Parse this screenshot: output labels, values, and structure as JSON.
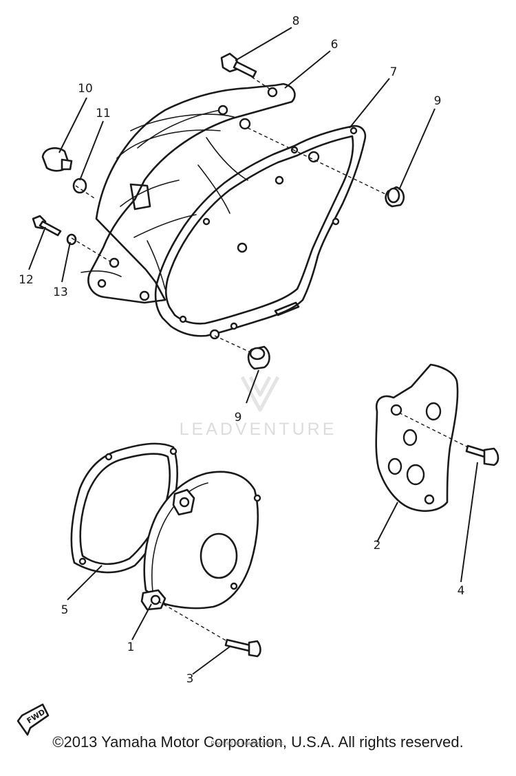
{
  "diagram": {
    "callouts": [
      {
        "id": "1",
        "label": "1"
      },
      {
        "id": "2",
        "label": "2"
      },
      {
        "id": "3",
        "label": "3"
      },
      {
        "id": "4",
        "label": "4"
      },
      {
        "id": "5",
        "label": "5"
      },
      {
        "id": "6",
        "label": "6"
      },
      {
        "id": "7",
        "label": "7"
      },
      {
        "id": "8",
        "label": "8"
      },
      {
        "id": "9a",
        "label": "9"
      },
      {
        "id": "9b",
        "label": "9"
      },
      {
        "id": "10",
        "label": "10"
      },
      {
        "id": "11",
        "label": "11"
      },
      {
        "id": "12",
        "label": "12"
      },
      {
        "id": "13",
        "label": "13"
      }
    ],
    "fwd_label": "FWD",
    "watermark": "LEADVENTURE",
    "copyright": "©2013 Yamaha Motor Corporation, U.S.A. All rights reserved.",
    "small_print": "Powered by LeadVenture, Inc."
  }
}
